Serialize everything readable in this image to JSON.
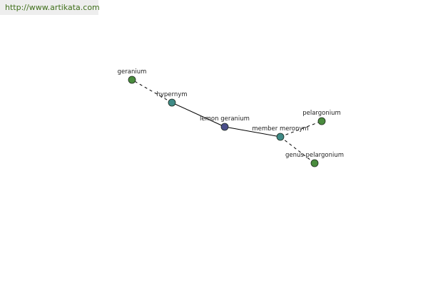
{
  "site": {
    "url_text": "http://www.artikata.com"
  },
  "colors": {
    "center": "#4b4f8a",
    "relation": "#3f8a86",
    "leaf": "#4a8c3e",
    "site_text": "#3f6f1a"
  },
  "graph": {
    "center": {
      "label": "lemon geranium",
      "kind": "center"
    },
    "relations": [
      {
        "label": "hypernym",
        "kind": "relation",
        "targets": [
          {
            "label": "geranium",
            "kind": "leaf"
          }
        ]
      },
      {
        "label": "member meronym",
        "kind": "relation",
        "targets": [
          {
            "label": "pelargonium",
            "kind": "leaf"
          },
          {
            "label": "genus pelargonium",
            "kind": "leaf"
          }
        ]
      }
    ]
  }
}
